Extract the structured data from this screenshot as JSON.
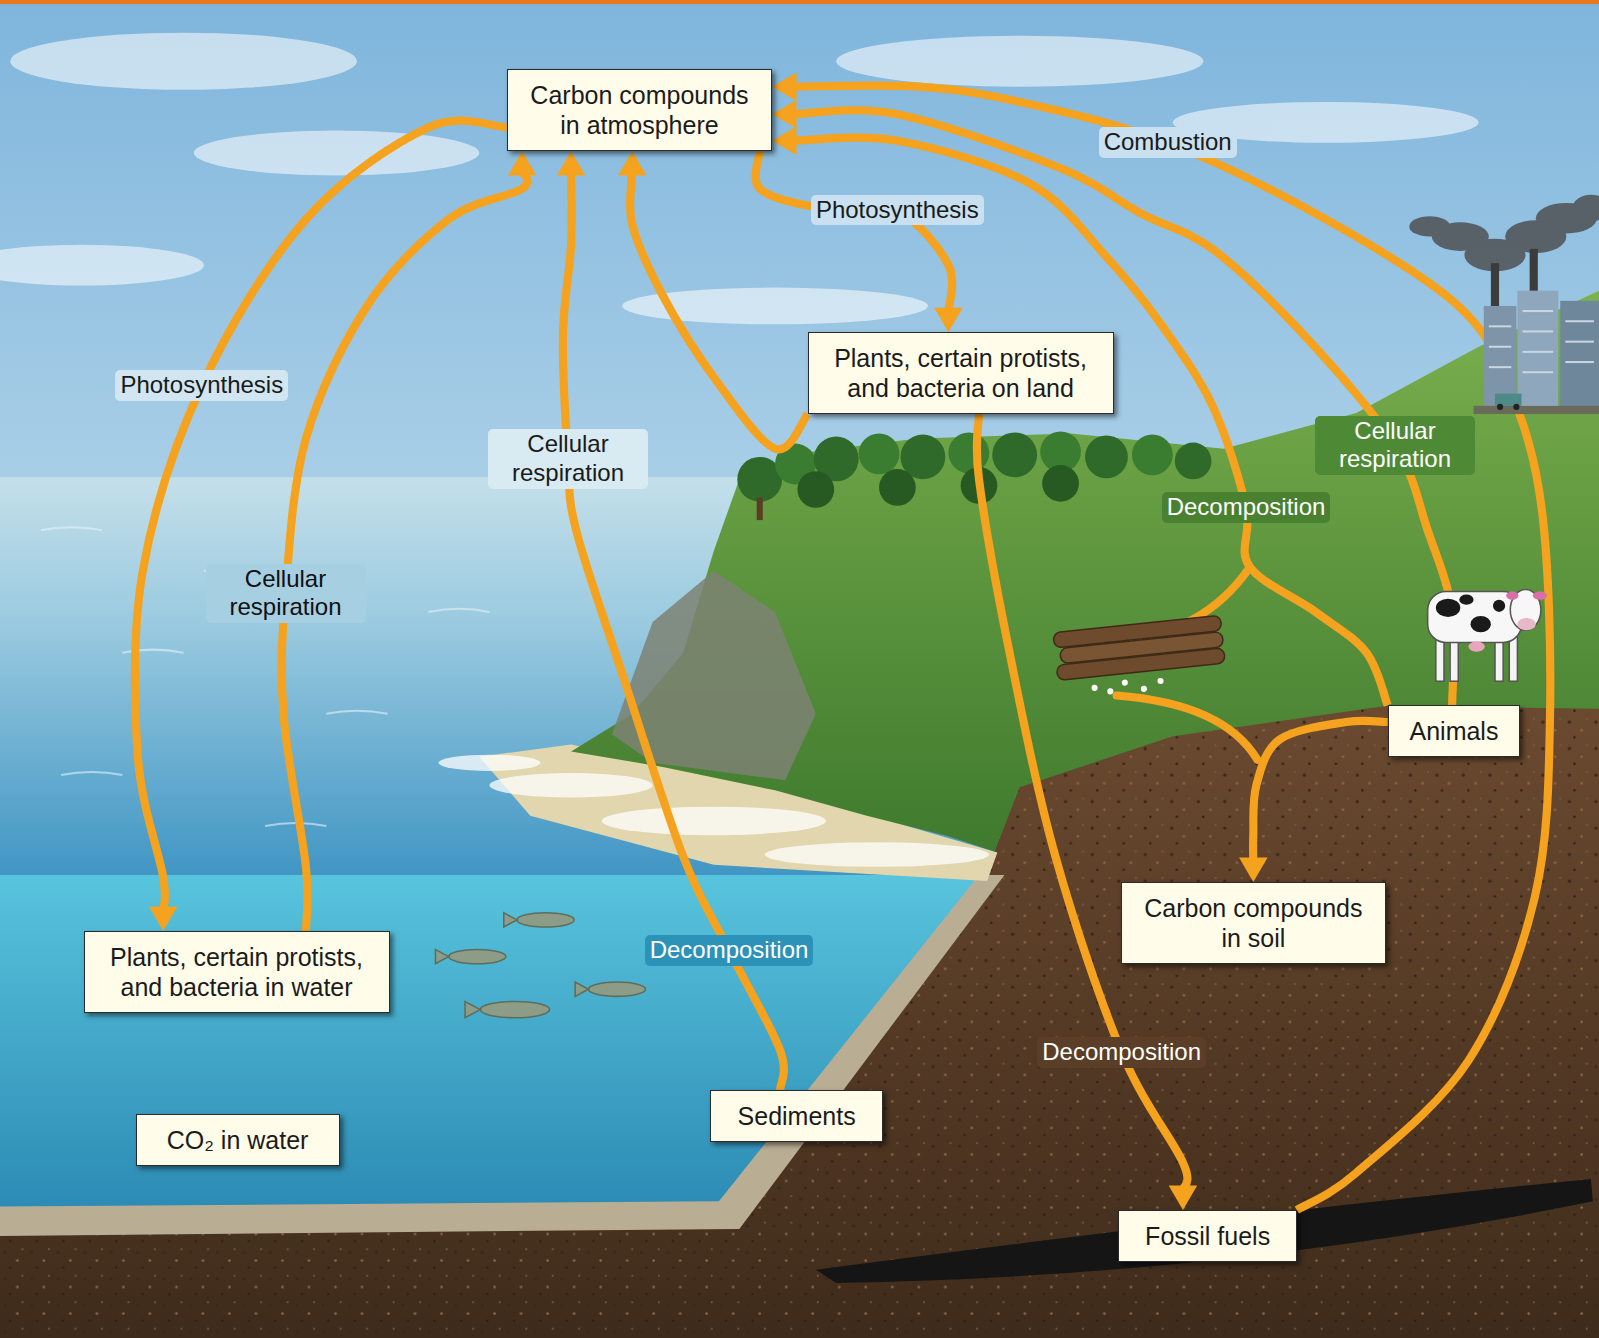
{
  "diagram": {
    "nodes": [
      {
        "text": [
          "Carbon compounds in atmosphere"
        ]
      },
      {
        "text": [
          "Plants, certain protists, and bacteria on land"
        ]
      },
      {
        "text": [
          "Animals"
        ]
      },
      {
        "text": [
          "Carbon compounds in soil"
        ]
      },
      {
        "text": [
          "Plants, certain protists, and bacteria in water"
        ]
      },
      {
        "text": [
          "Sediments"
        ]
      },
      {
        "text": [
          "CO₂ in water"
        ]
      },
      {
        "text": [
          "Fossil fuels"
        ]
      }
    ],
    "edges": [
      {
        "from": 0,
        "to": 1,
        "label": "Photosynthesis",
        "arrow": "to"
      },
      {
        "from": 0,
        "to": 4,
        "label": "Photosynthesis",
        "arrow": "to"
      },
      {
        "from": 4,
        "to": 0,
        "label": "Cellular respiration",
        "arrow": "to"
      },
      {
        "from": 5,
        "to": 0,
        "label": "Decomposition",
        "arrow": "to"
      },
      {
        "from": 1,
        "to": 0,
        "arrow": "to"
      },
      {
        "from": 2,
        "to": 0,
        "label": "Cellular respiration",
        "arrow": "to"
      },
      {
        "from": 2,
        "to": 0,
        "label": "Decomposition",
        "arrow": "to"
      },
      {
        "from": 2,
        "to": 3,
        "arrow": "to"
      },
      {
        "from": 1,
        "to": 7,
        "label": "Decomposition",
        "arrow": "to"
      },
      {
        "from": 7,
        "to": 0,
        "label": "Combustion",
        "arrow": "to"
      }
    ],
    "labels": [
      "Cellular respiration"
    ]
  }
}
